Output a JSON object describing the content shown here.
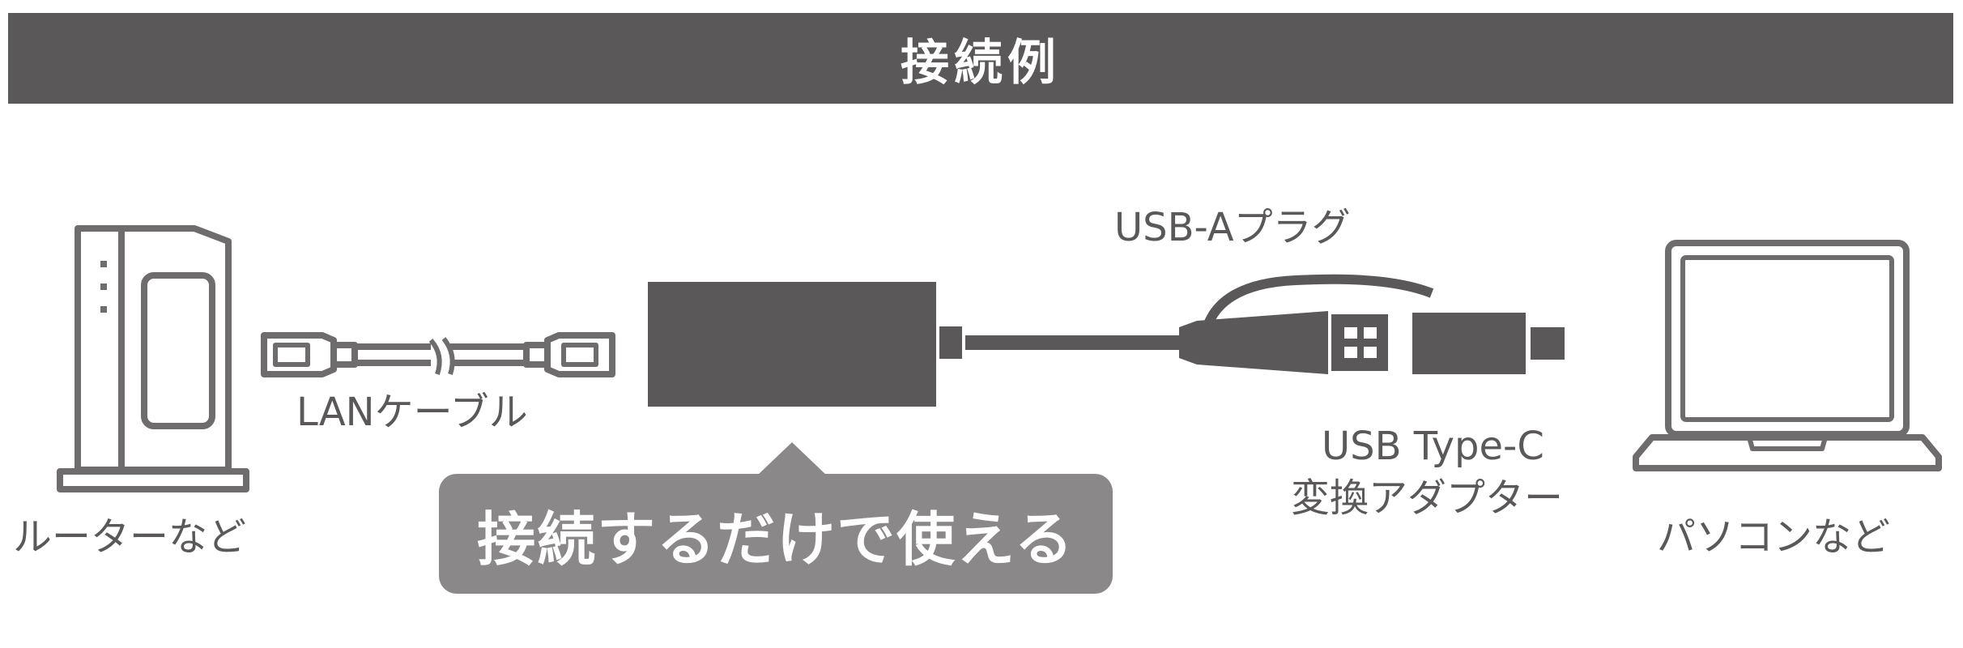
{
  "header": {
    "title": "接続例"
  },
  "labels": {
    "router": "ルーターなど",
    "lan_cable": "LANケーブル",
    "usb_a_plug": "USB-Aプラグ",
    "usb_c_line1": "USB Type-C",
    "usb_c_line2": "変換アダプター",
    "pc": "パソコンなど"
  },
  "callout": {
    "text": "接続するだけで使える"
  },
  "colors": {
    "dark": "#5a5859",
    "light": "#8a8889",
    "outline": "#6e6c6d"
  }
}
